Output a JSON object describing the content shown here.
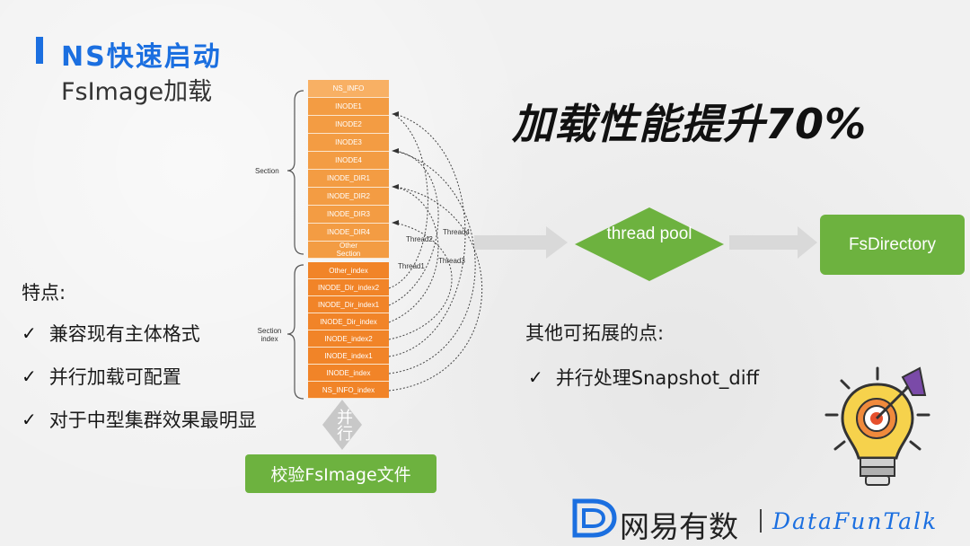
{
  "header": {
    "title": "NS快速启动",
    "subtitle": "FsImage加载"
  },
  "diagram": {
    "section_blocks": [
      "NS_INFO",
      "INODE1",
      "INODE2",
      "INODE3",
      "INODE4",
      "INODE_DIR1",
      "INODE_DIR2",
      "INODE_DIR3",
      "INODE_DIR4",
      "Other Section"
    ],
    "section_label": "Section",
    "index_blocks": [
      "Other_index",
      "INODE_Dir_index2",
      "INODE_Dir_index1",
      "INODE_Dir_index",
      "INODE_index2",
      "INODE_index1",
      "INODE_index",
      "NS_INFO_index"
    ],
    "index_label": "Section index",
    "threads": [
      "Thread4",
      "Thread2",
      "Thread1",
      "Thread3"
    ],
    "parallel_label": "并行",
    "verify_button": "校验FsImage文件",
    "thread_pool": "thread pool",
    "fs_directory": "FsDirectory"
  },
  "headline": "加载性能提升70%",
  "features": {
    "title": "特点:",
    "items": [
      "兼容现有主体格式",
      "并行加载可配置",
      "对于中型集群效果最明显"
    ]
  },
  "extensions": {
    "title": "其他可拓展的点:",
    "items": [
      "并行处理Snapshot_diff"
    ]
  },
  "brand": {
    "cn": "网易有数",
    "en": "DataFunTalk"
  },
  "colors": {
    "accent": "#1b6fe0",
    "orange": "#f39c43",
    "green": "#6db23f"
  }
}
